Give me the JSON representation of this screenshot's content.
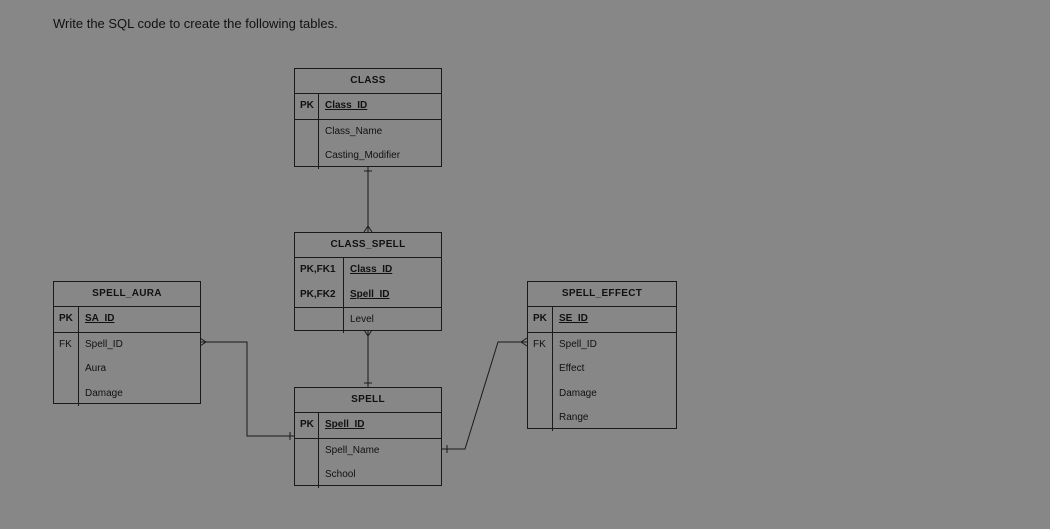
{
  "prompt": "Write the SQL code to create the following tables.",
  "entities": {
    "class": {
      "name": "CLASS",
      "pk_labels": [
        "PK"
      ],
      "pk_fields": [
        "Class_ID"
      ],
      "attributes": [
        "Class_Name",
        "Casting_Modifier"
      ]
    },
    "class_spell": {
      "name": "CLASS_SPELL",
      "pk_labels": [
        "PK,FK1",
        "PK,FK2"
      ],
      "pk_fields": [
        "Class_ID",
        "Spell_ID"
      ],
      "attributes": [
        "Level"
      ]
    },
    "spell_aura": {
      "name": "SPELL_AURA",
      "pk_labels": [
        "PK"
      ],
      "pk_fields": [
        "SA_ID"
      ],
      "fk_label": "FK",
      "attributes": [
        "Spell_ID",
        "Aura",
        "Damage"
      ]
    },
    "spell": {
      "name": "SPELL",
      "pk_labels": [
        "PK"
      ],
      "pk_fields": [
        "Spell_ID"
      ],
      "attributes": [
        "Spell_Name",
        "School"
      ]
    },
    "spell_effect": {
      "name": "SPELL_EFFECT",
      "pk_labels": [
        "PK"
      ],
      "pk_fields": [
        "SE_ID"
      ],
      "fk_label": "FK",
      "attributes": [
        "Spell_ID",
        "Effect",
        "Damage",
        "Range"
      ]
    }
  },
  "relationships": [
    {
      "from": "CLASS",
      "to": "CLASS_SPELL",
      "from_end": "one",
      "to_end": "many"
    },
    {
      "from": "SPELL",
      "to": "CLASS_SPELL",
      "from_end": "one",
      "to_end": "many"
    },
    {
      "from": "SPELL",
      "to": "SPELL_AURA",
      "from_end": "one",
      "to_end": "many"
    },
    {
      "from": "SPELL",
      "to": "SPELL_EFFECT",
      "from_end": "one",
      "to_end": "many"
    }
  ],
  "colors": {
    "background": "#878787",
    "line": "#1a1a1a",
    "text": "#111111"
  }
}
